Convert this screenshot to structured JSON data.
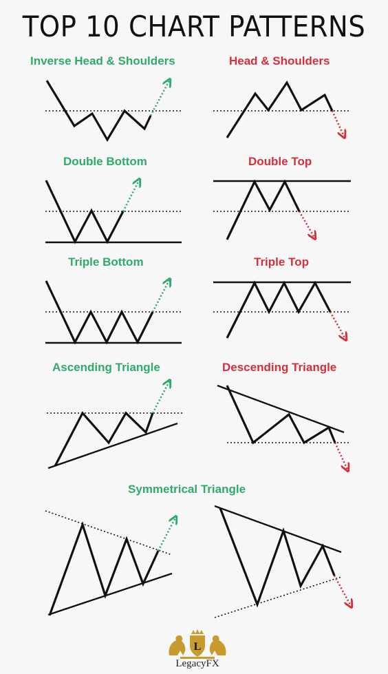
{
  "title": "TOP 10 CHART PATTERNS",
  "colors": {
    "bullish": "#2eaa6a",
    "bearish": "#d3303a",
    "line": "#111111",
    "logo_gold": "#c99a2e"
  },
  "patterns": {
    "inverse_head_shoulders": "Inverse Head & Shoulders",
    "head_shoulders": "Head & Shoulders",
    "double_bottom": "Double Bottom",
    "double_top": "Double Top",
    "triple_bottom": "Triple Bottom",
    "triple_top": "Triple Top",
    "ascending_triangle": "Ascending Triangle",
    "descending_triangle": "Descending Triangle",
    "symmetrical_triangle": "Symmetrical Triangle"
  },
  "logo": {
    "text": "LegacyFX",
    "icon": "crest-logo-icon"
  }
}
